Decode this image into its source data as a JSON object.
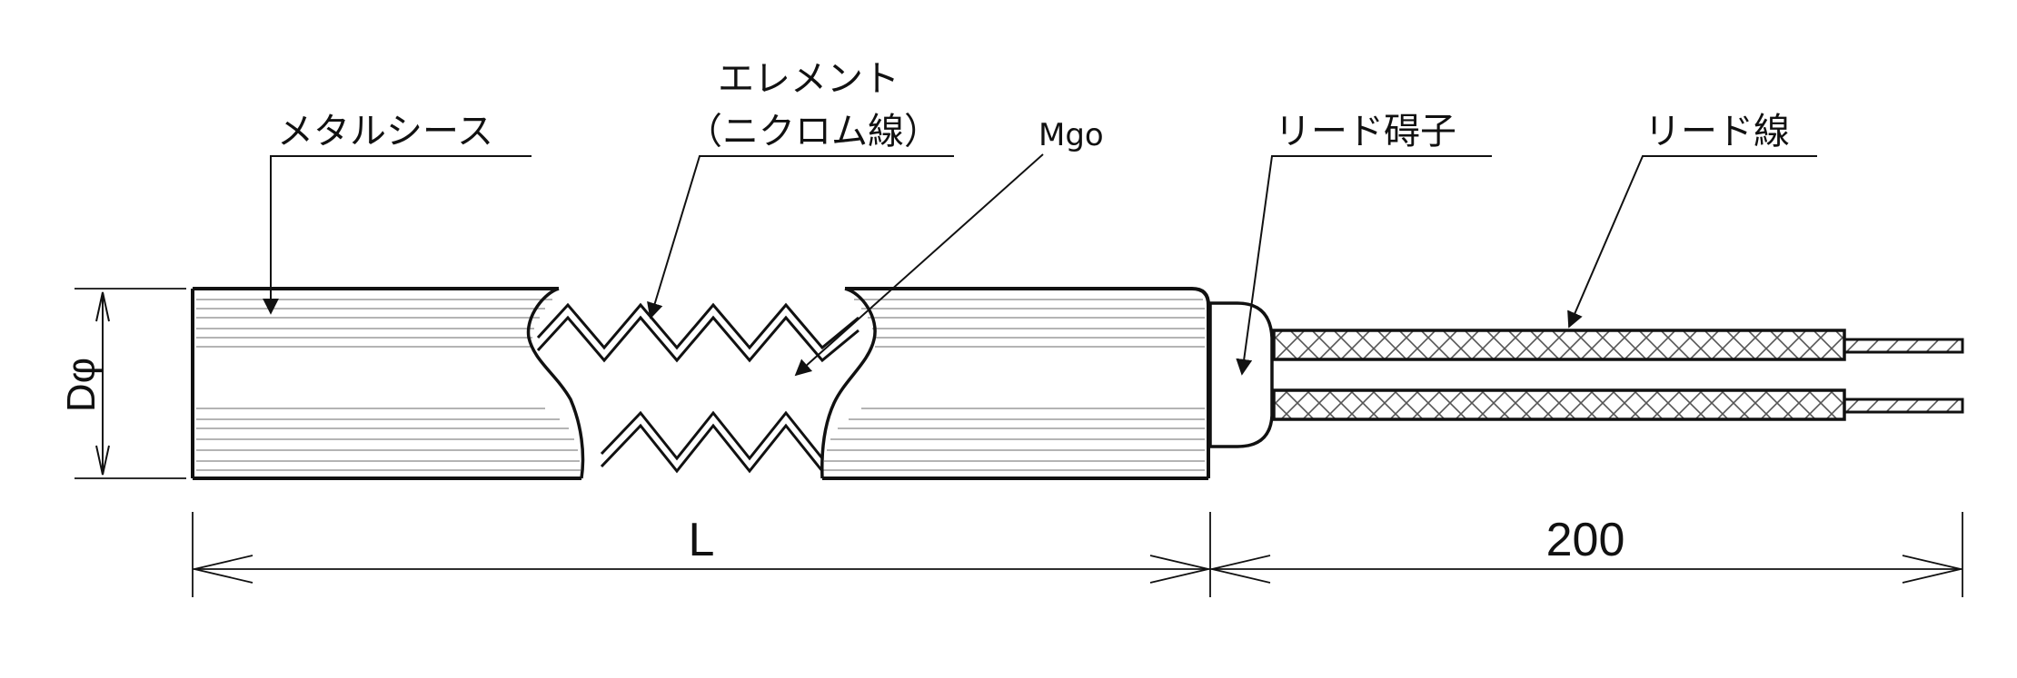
{
  "labels": {
    "metal_sheath": "メタルシース",
    "element_line1": "エレメント",
    "element_line2": "（ニクロム線）",
    "mgo": "Mgo",
    "lead_insulator": "リード碍子",
    "lead_wire": "リード線"
  },
  "dimensions": {
    "diameter": "Dφ",
    "length": "L",
    "lead_length": "200"
  },
  "colors": {
    "line": "#111111",
    "hatch": "#555555",
    "background": "#ffffff"
  }
}
